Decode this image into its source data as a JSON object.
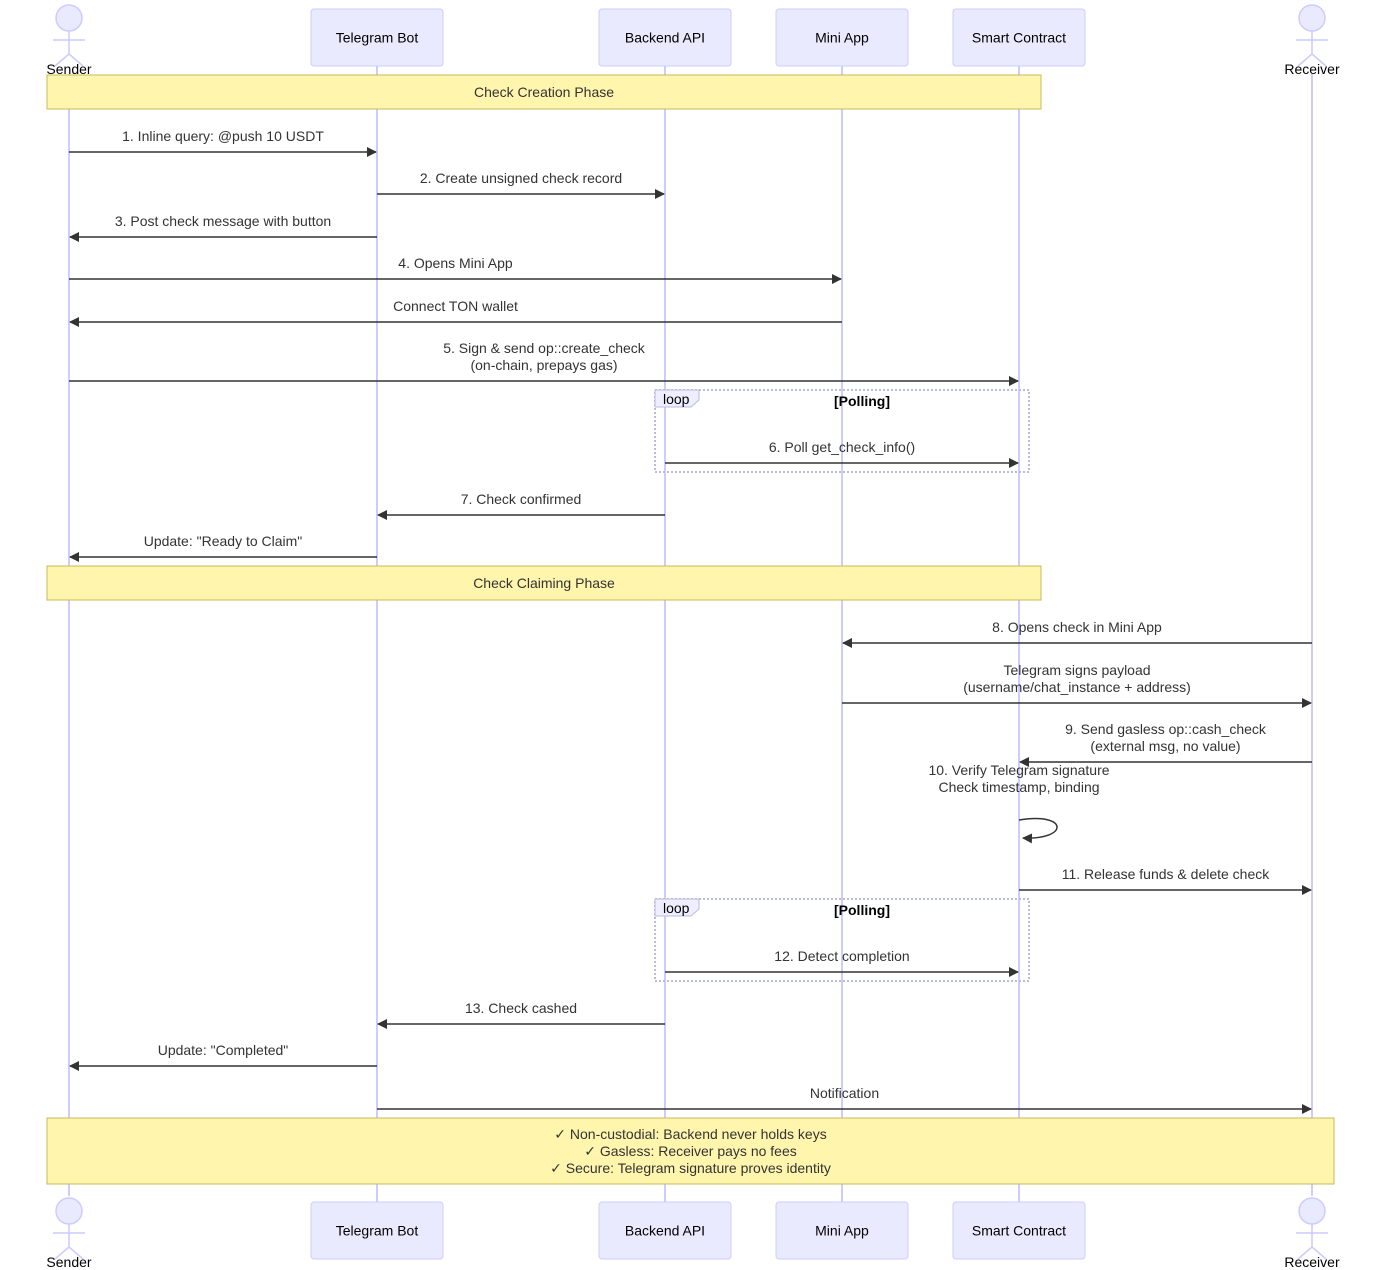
{
  "participants": [
    {
      "id": "sender",
      "label": "Sender",
      "kind": "actor"
    },
    {
      "id": "bot",
      "label": "Telegram Bot",
      "kind": "box"
    },
    {
      "id": "backend",
      "label": "Backend API",
      "kind": "box"
    },
    {
      "id": "miniapp",
      "label": "Mini App",
      "kind": "box"
    },
    {
      "id": "contract",
      "label": "Smart Contract",
      "kind": "box"
    },
    {
      "id": "receiver",
      "label": "Receiver",
      "kind": "actor"
    }
  ],
  "notes": [
    {
      "id": "creation",
      "from": "sender",
      "to": "contract",
      "lines": [
        "Check Creation Phase"
      ]
    },
    {
      "id": "claiming",
      "from": "sender",
      "to": "contract",
      "lines": [
        "Check Claiming Phase"
      ]
    },
    {
      "id": "summary",
      "from": "sender",
      "to": "receiver",
      "lines": [
        "✓ Non-custodial: Backend never holds keys",
        "✓ Gasless: Receiver pays no fees",
        "✓ Secure: Telegram signature proves identity"
      ]
    }
  ],
  "messages": [
    {
      "id": "m1",
      "from": "sender",
      "to": "bot",
      "lines": [
        "1. Inline query: @push 10 USDT"
      ]
    },
    {
      "id": "m2",
      "from": "bot",
      "to": "backend",
      "lines": [
        "2. Create unsigned check record"
      ]
    },
    {
      "id": "m3",
      "from": "bot",
      "to": "sender",
      "lines": [
        "3. Post check message with button"
      ]
    },
    {
      "id": "m4",
      "from": "sender",
      "to": "miniapp",
      "lines": [
        "4. Opens Mini App"
      ]
    },
    {
      "id": "m4b",
      "from": "miniapp",
      "to": "sender",
      "lines": [
        "Connect TON wallet"
      ]
    },
    {
      "id": "m5",
      "from": "sender",
      "to": "contract",
      "lines": [
        "5. Sign & send op::create_check",
        "(on-chain, prepays gas)"
      ]
    },
    {
      "id": "m6",
      "from": "backend",
      "to": "contract",
      "lines": [
        "6. Poll get_check_info()"
      ]
    },
    {
      "id": "m7",
      "from": "backend",
      "to": "bot",
      "lines": [
        "7. Check confirmed"
      ]
    },
    {
      "id": "m7b",
      "from": "bot",
      "to": "sender",
      "lines": [
        "Update: \"Ready to Claim\""
      ]
    },
    {
      "id": "m8",
      "from": "receiver",
      "to": "miniapp",
      "lines": [
        "8. Opens check in Mini App"
      ]
    },
    {
      "id": "m8b",
      "from": "miniapp",
      "to": "receiver",
      "lines": [
        "Telegram signs payload",
        "(username/chat_instance + address)"
      ]
    },
    {
      "id": "m9",
      "from": "receiver",
      "to": "contract",
      "lines": [
        "9. Send gasless op::cash_check",
        "(external msg, no value)"
      ]
    },
    {
      "id": "m10",
      "from": "contract",
      "to": "contract",
      "lines": [
        "10. Verify Telegram signature",
        "Check timestamp, binding"
      ]
    },
    {
      "id": "m11",
      "from": "contract",
      "to": "receiver",
      "lines": [
        "11. Release funds & delete check"
      ]
    },
    {
      "id": "m12",
      "from": "backend",
      "to": "contract",
      "lines": [
        "12. Detect completion"
      ]
    },
    {
      "id": "m13",
      "from": "backend",
      "to": "bot",
      "lines": [
        "13. Check cashed"
      ]
    },
    {
      "id": "m13b",
      "from": "bot",
      "to": "sender",
      "lines": [
        "Update: \"Completed\""
      ]
    },
    {
      "id": "m14",
      "from": "bot",
      "to": "receiver",
      "lines": [
        "Notification"
      ]
    }
  ],
  "loops": [
    {
      "id": "loop1",
      "tag": "loop",
      "condition": "[Polling]"
    },
    {
      "id": "loop2",
      "tag": "loop",
      "condition": "[Polling]"
    }
  ],
  "colors": {
    "participant_fill": "#eaeaff",
    "participant_stroke": "#ccccff",
    "lifeline": "#ccccff",
    "note_fill": "#fff5ad",
    "note_stroke": "#c7b85a",
    "arrow": "#333333",
    "loop_stroke": "#bbbbdd",
    "loop_tag_fill": "#eeeeff"
  }
}
